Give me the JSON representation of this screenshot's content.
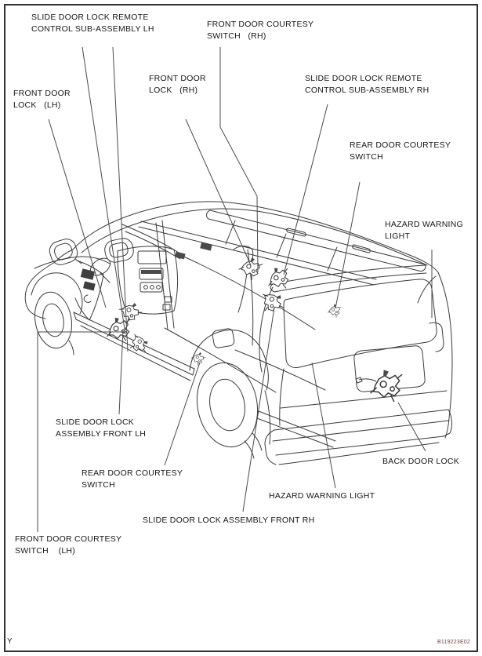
{
  "figure": {
    "corner_mark": "Y",
    "code": "B119223E02"
  },
  "colors": {
    "line": "#3a3a3a",
    "leader": "#4a4a4a",
    "text": "#161616",
    "background": "#ffffff",
    "border": "#1a1a1a"
  },
  "callouts": [
    {
      "id": "slide-door-lock-remote-control-sub-assembly-lh",
      "text": "SLIDE DOOR LOCK REMOTE\nCONTROL SUB-ASSEMBLY LH"
    },
    {
      "id": "front-door-courtesy-switch-rh",
      "text": "FRONT DOOR COURTESY\nSWITCH   (RH)"
    },
    {
      "id": "front-door-lock-rh",
      "text": "FRONT DOOR\nLOCK   (RH)"
    },
    {
      "id": "slide-door-lock-remote-control-sub-assembly-rh",
      "text": "SLIDE DOOR LOCK REMOTE\nCONTROL SUB-ASSEMBLY RH"
    },
    {
      "id": "front-door-lock-lh",
      "text": "FRONT DOOR\nLOCK   (LH)"
    },
    {
      "id": "rear-door-courtesy-switch-rh",
      "text": "REAR DOOR COURTESY\nSWITCH"
    },
    {
      "id": "hazard-warning-light-right",
      "text": "HAZARD WARNING\nLIGHT"
    },
    {
      "id": "slide-door-lock-assembly-front-lh",
      "text": "SLIDE DOOR LOCK\nASSEMBLY FRONT LH"
    },
    {
      "id": "rear-door-courtesy-switch-lh",
      "text": "REAR DOOR COURTESY\nSWITCH"
    },
    {
      "id": "slide-door-lock-assembly-front-rh",
      "text": "SLIDE DOOR LOCK ASSEMBLY FRONT RH"
    },
    {
      "id": "hazard-warning-light-bottom",
      "text": "HAZARD WARNING LIGHT"
    },
    {
      "id": "back-door-lock",
      "text": "BACK DOOR LOCK"
    },
    {
      "id": "front-door-courtesy-switch-lh",
      "text": "FRONT DOOR COURTESY\nSWITCH    (LH)"
    }
  ]
}
